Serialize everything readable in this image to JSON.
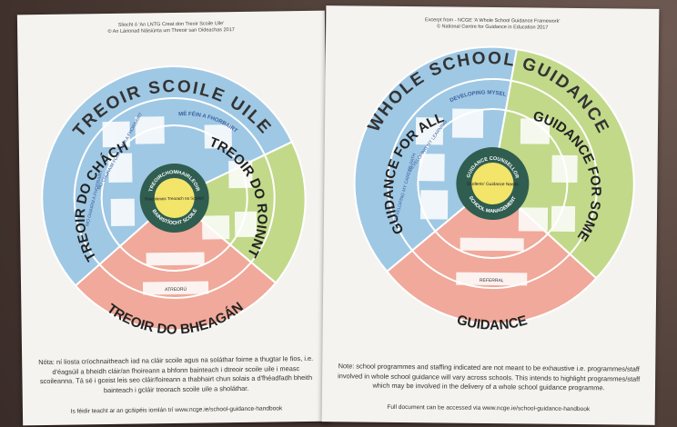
{
  "left_sheet": {
    "header_line1": "Sliocht ó 'An LNTG Creat don Treoir Scoile Uile'",
    "header_line2": "© An Lárionad Náisiúnta um Threoir san Oideachas 2017",
    "arc_title": "TREOIR SCOILE UILE",
    "segment_left": "TREOIR DO CHÁCH",
    "segment_right": "TREOIR DO ROINNT",
    "segment_bottom": "TREOIR DO BHEAGÁN",
    "ring_top": "TREOIRCHOMHAIRLEOIR",
    "ring_bottom": "BAINISTÍOCHT SCOILE",
    "center_text": "Riachtanais Treorach na Scoláirí",
    "sub_label_1": "MÉ FÉIN A FHORBAIRT",
    "sub_label_2": "MO GHAIRM A FHORBAIRT",
    "sub_label_3": "MO CHÚRAIM FOGHLAMA A FHORBAIRT",
    "referral_label": "ATREORÚ",
    "note": "Nóta: ní liosta críochnaitheach iad na cláir scoile agus na soláthar foirne a thugtar le fios, i.e. d'éagsúil a bheidh cláir/an fhoireann a bhfonn bainteach i dtreoir scoile uile i measc scoileanna. Tá sé i gceist leis seo cláir/foireann a thabhairt chun solais a d'fhéadfadh bheith bainteach i gcláir treorach scoile uile a sholáthar.",
    "link": "Is féidir teacht ar an gcáipéis iomlán trí www.ncge.ie/school-guidance-handbook"
  },
  "right_sheet": {
    "header_line1": "Excerpt from - NCGE 'A Whole School Guidance Framework'",
    "header_line2": "© National Centre for Guidance in Education 2017",
    "arc_title": "WHOLE SCHOOL GUIDANCE",
    "segment_left": "GUIDANCE FOR ALL",
    "segment_right": "GUIDANCE FOR SOME",
    "segment_bottom": "GUIDANCE",
    "ring_top": "GUIDANCE COUNSELLOR",
    "ring_bottom": "SCHOOL MANAGEMENT",
    "center_text": "Students' Guidance Needs",
    "sub_label_1": "DEVELOPING MYSELF",
    "sub_label_2": "DEVELOPING MY LEARNING",
    "sub_label_3": "DEVELOPING MY CAREER PATH",
    "referral_label": "REFERRAL",
    "note": "Note: school programmes and staffing indicated are not meant to be exhaustive i.e. programmes/staff involved in whole school guidance will vary across schools. This intends to highlight programmes/staff which may be involved in the delivery of a whole school guidance programme.",
    "link": "Full document can be accessed via  www.ncge.ie/school-guidance-handbook"
  },
  "colors": {
    "blue": "#9fc8e4",
    "green": "#c2d98a",
    "salmon": "#f0a99a",
    "ring": "#2f5d50",
    "center": "#f3e46a"
  }
}
